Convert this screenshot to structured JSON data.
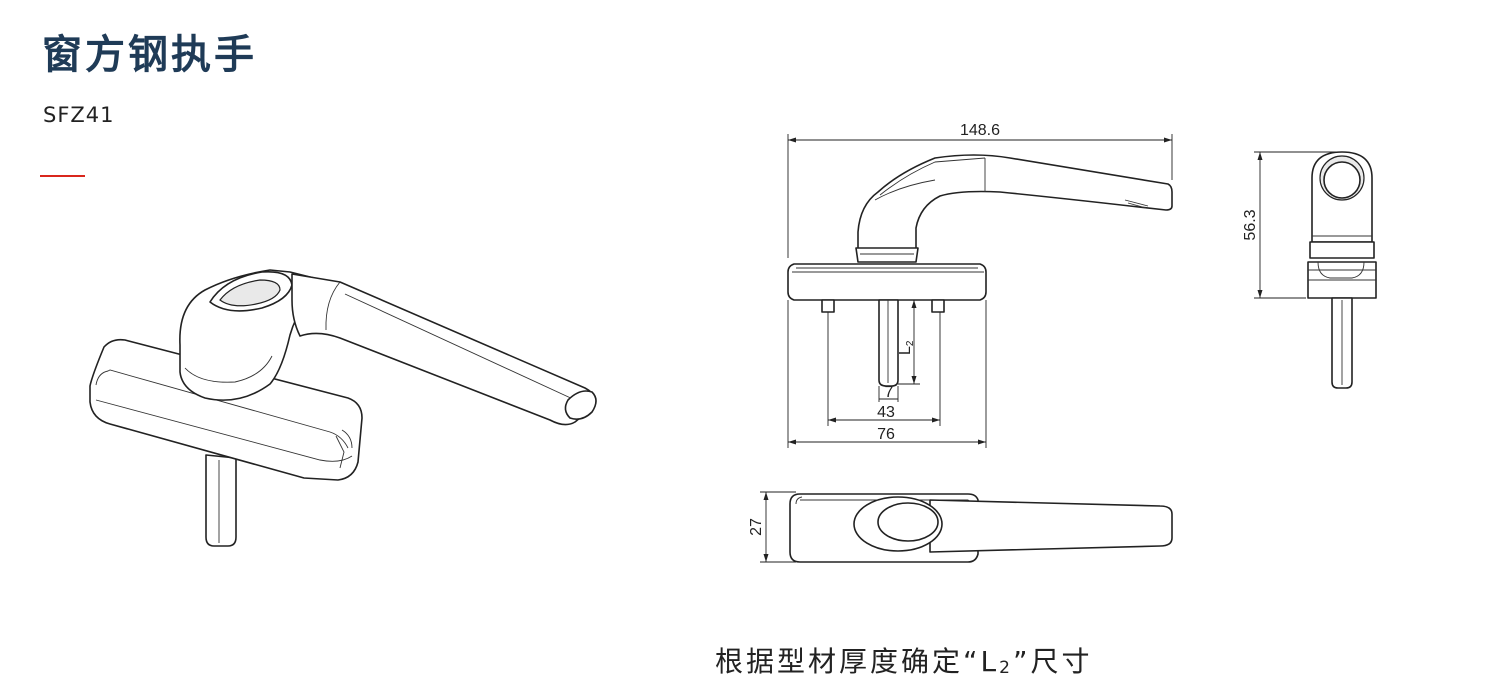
{
  "product": {
    "title": "窗方钢执手",
    "model": "SFZ41"
  },
  "colors": {
    "title": "#1f3b57",
    "text": "#222222",
    "accent": "#d9261c"
  },
  "dimensions": {
    "overall_length": "148.6",
    "height": "56.3",
    "depth": "27",
    "spindle_width": "7",
    "mount_spacing": "43",
    "base_length": "76",
    "variable_label": "L",
    "variable_sub": "2"
  },
  "note": {
    "prefix": "根据型材厚度确定“",
    "var": "L",
    "sub": "2",
    "suffix": "”尺寸"
  }
}
